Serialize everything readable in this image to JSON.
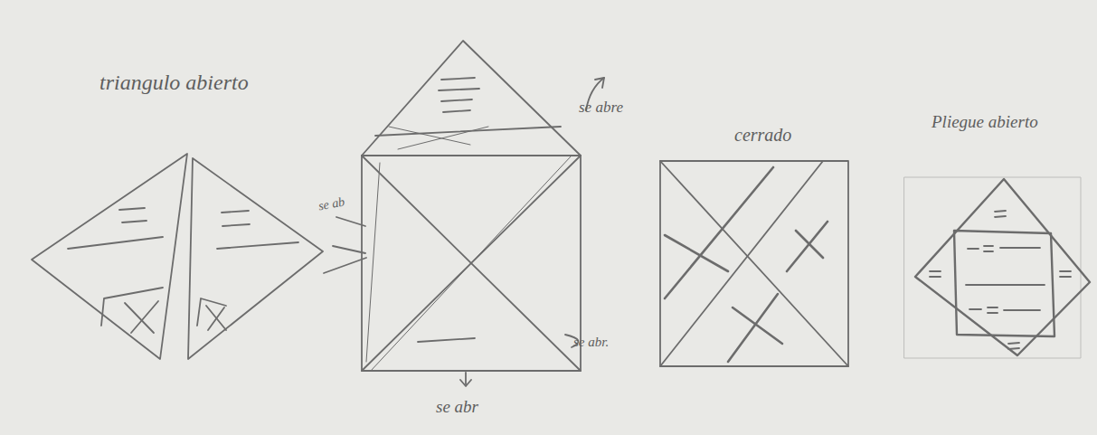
{
  "diagram": {
    "labels": [
      "triangulo abierto",
      "se abre",
      "se ab",
      "se abr.",
      "se abr",
      "cerrado",
      "Pliegue abierto"
    ]
  }
}
